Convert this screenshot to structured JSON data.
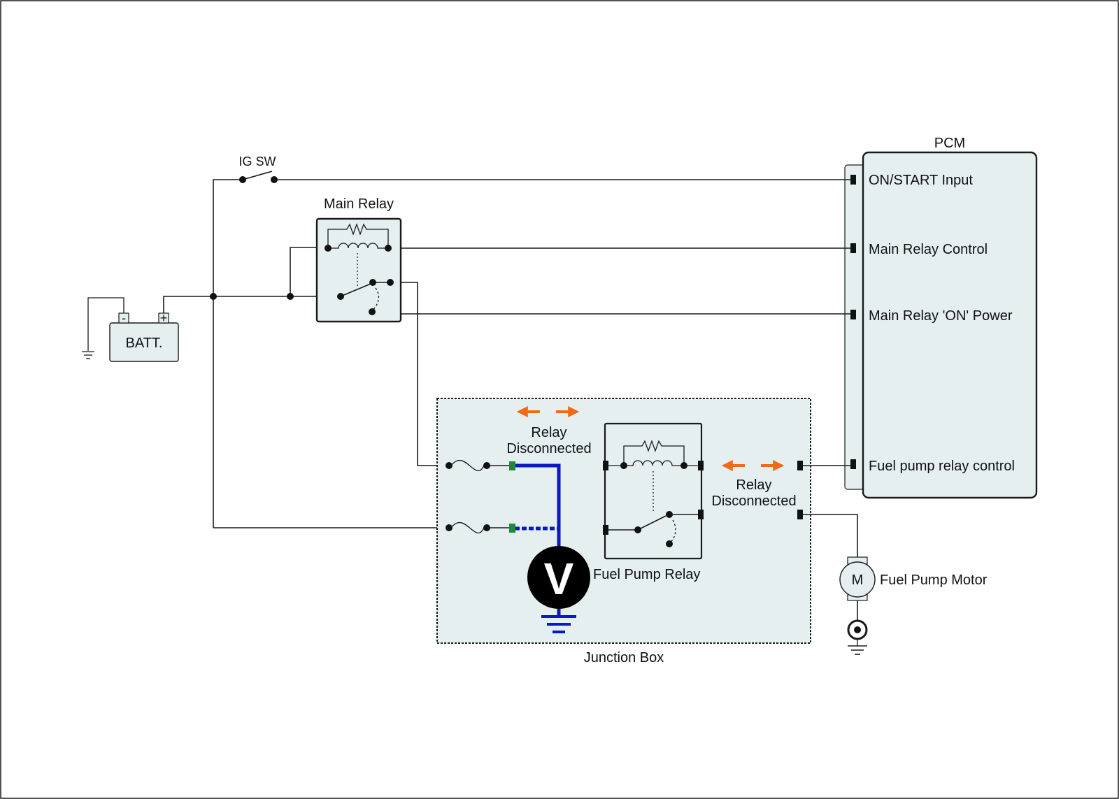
{
  "labels": {
    "ig_sw": "IG SW",
    "main_relay": "Main Relay",
    "batt": "BATT.",
    "batt_minus": "-",
    "batt_plus": "+",
    "pcm": "PCM",
    "on_start_input": "ON/START Input",
    "main_relay_control": "Main Relay Control",
    "main_relay_on_power": "Main Relay 'ON' Power",
    "fuel_pump_relay_control": "Fuel pump relay control",
    "relay_disconnected_1_line1": "Relay",
    "relay_disconnected_1_line2": "Disconnected",
    "relay_disconnected_2_line1": "Relay",
    "relay_disconnected_2_line2": "Disconnected",
    "fuel_pump_relay": "Fuel Pump Relay",
    "fuel_pump_motor": "Fuel Pump Motor",
    "motor_symbol": "M",
    "voltmeter_symbol": "V",
    "junction_box": "Junction Box"
  },
  "colors": {
    "measurement_wire": "#0a18c8",
    "connector_green": "#1f8a3a",
    "disconnect_arrow": "#f06a1c",
    "panel_fill": "#e6eff0"
  }
}
